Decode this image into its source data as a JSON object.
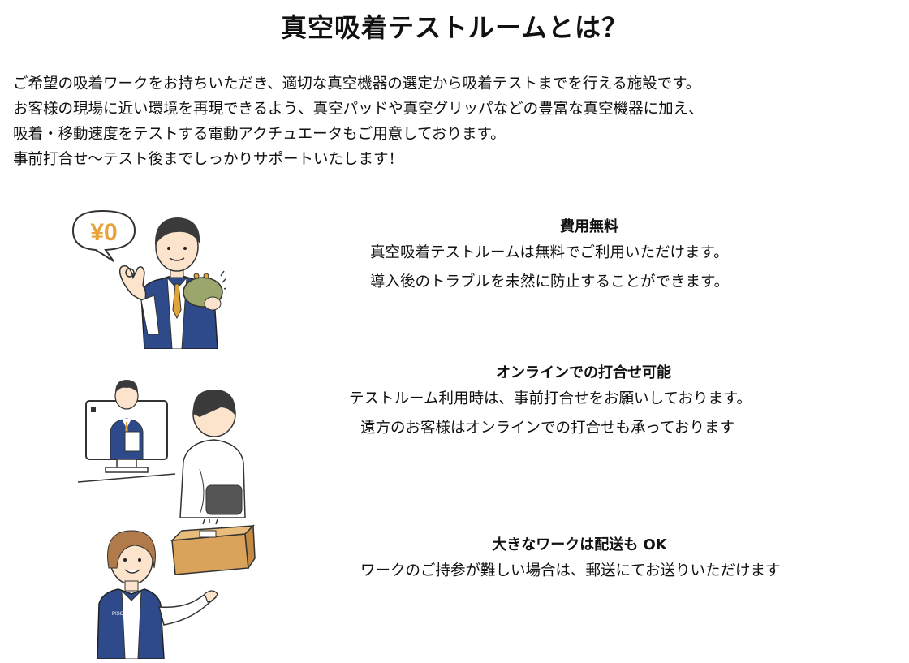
{
  "title": "真空吸着テストルームとは？",
  "intro": [
    "ご希望の吸着ワークをお持ちいただき、適切な真空機器の選定から吸着テストまでを行える施設です。",
    "お客様の現場に近い環境を再現できるよう、真空パッドや真空グリッパなどの豊富な真空機器に加え、",
    "吸着・移動速度をテストする電動アクチュエータもご用意しております。",
    "事前打合せ～テスト後までしっかりサポートいたします！"
  ],
  "features": [
    {
      "title": "費用無料",
      "lines": [
        "真空吸着テストルームは無料でご利用いただけます。",
        "導入後のトラブルを未然に防止することができます。"
      ],
      "illustration_icon": "free-of-charge-illustration",
      "bubble_text": "¥0"
    },
    {
      "title": "オンラインでの打合せ可能",
      "lines": [
        "テストルーム利用時は、事前打合せをお願いしております。",
        "遠方のお客様はオンラインでの打合せも承っております"
      ],
      "illustration_icon": "online-meeting-illustration"
    },
    {
      "title": "大きなワークは配送も OK",
      "lines": [
        "ワークのご持参が難しい場合は、郵送にてお送りいただけます"
      ],
      "illustration_icon": "delivery-box-illustration",
      "badge_text": "PISCO"
    }
  ],
  "colors": {
    "text": "#111111",
    "navy": "#2e4a8a",
    "bubble_orange": "#e9a13a",
    "box_brown": "#d9a35b",
    "purse_green": "#9aa66b",
    "tie_gold": "#e0a53a"
  }
}
